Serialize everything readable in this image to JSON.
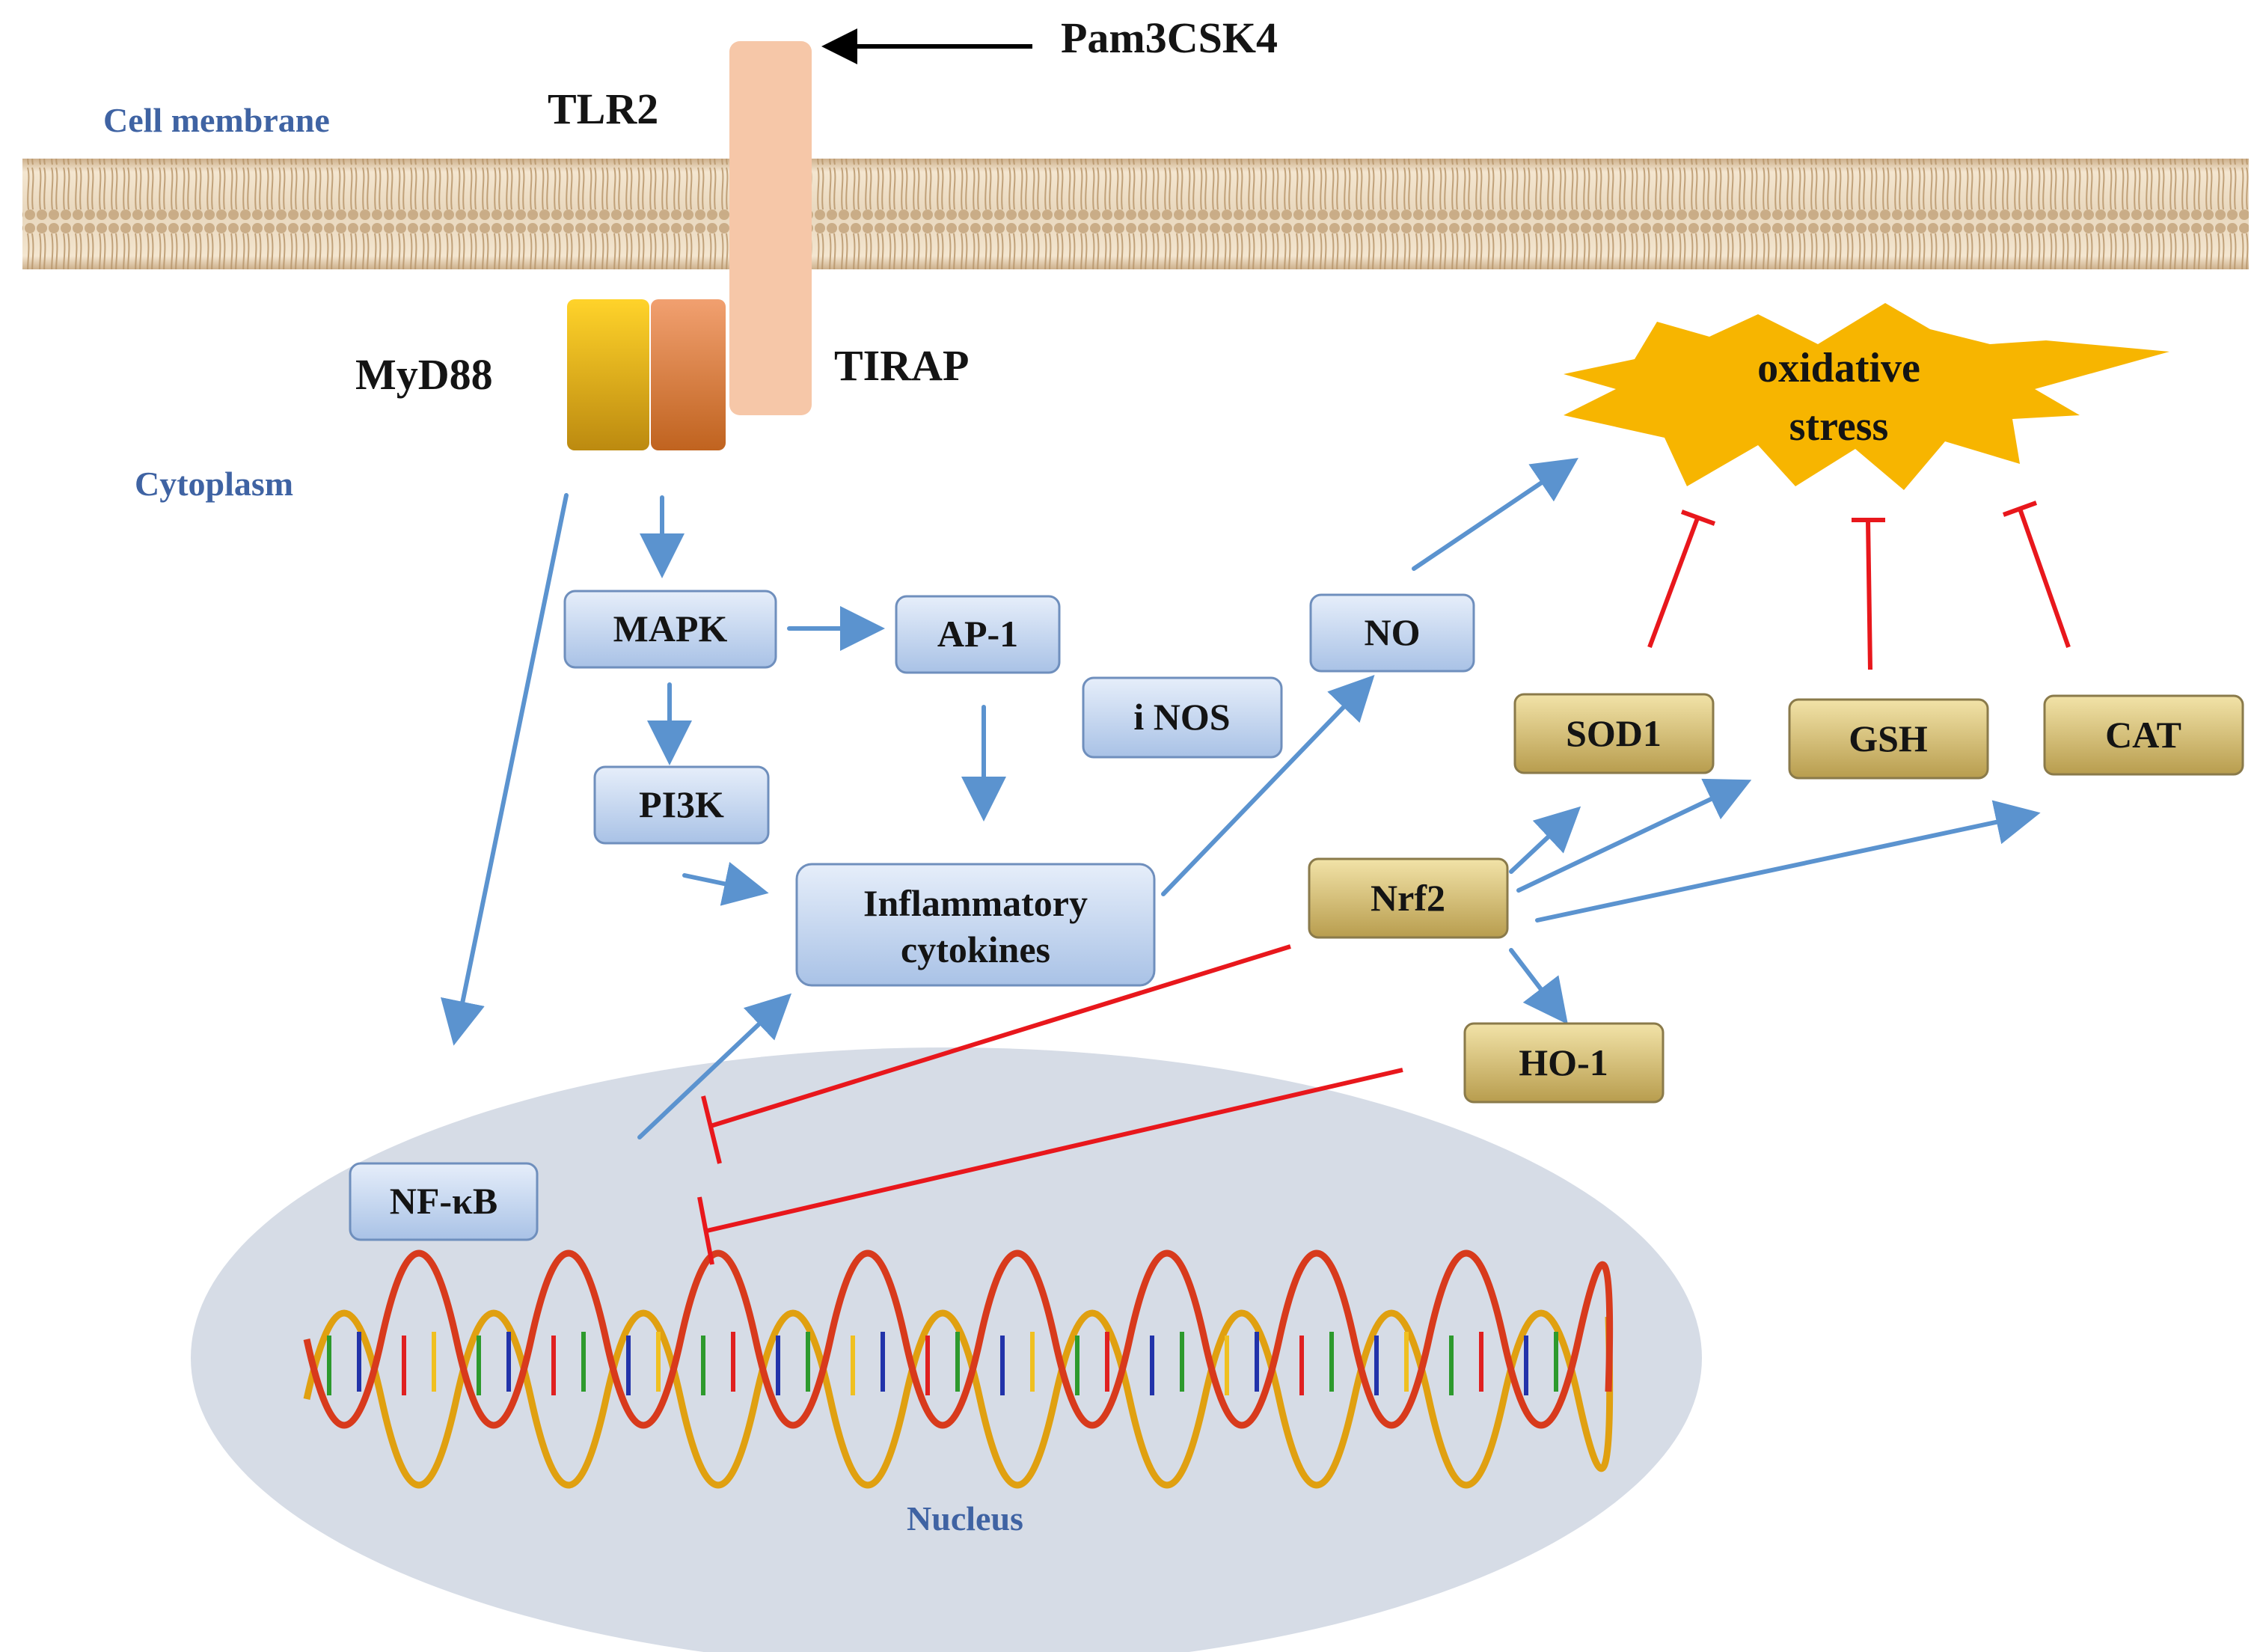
{
  "regions": {
    "cell_membrane": "Cell membrane",
    "cytoplasm": "Cytoplasm",
    "nucleus": "Nucleus"
  },
  "receptors": {
    "ligand": "Pam3CSK4",
    "tlr2": "TLR2",
    "myd88": "MyD88",
    "tirap": "TIRAP"
  },
  "nodes": {
    "mapk": "MAPK",
    "ap1": "AP-1",
    "pi3k": "PI3K",
    "inflammatory_line1": "Inflammatory",
    "inflammatory_line2": "cytokines",
    "inos": "i NOS",
    "no": "NO",
    "nfkb": "NF-κB",
    "nrf2": "Nrf2",
    "ho1": "HO-1",
    "sod1": "SOD1",
    "gsh": "GSH",
    "cat": "CAT"
  },
  "stress": {
    "line1": "oxidative",
    "line2": "stress"
  },
  "colors": {
    "activation_arrow": "#5b93cf",
    "inhibition": "#e8171c",
    "ligand_arrow": "#000000",
    "region_label": "#3f63a3",
    "nucleus_fill": "#d6dce6",
    "tlr2_fill": "#f6c7a8",
    "stress_fill": "#f7b500"
  }
}
